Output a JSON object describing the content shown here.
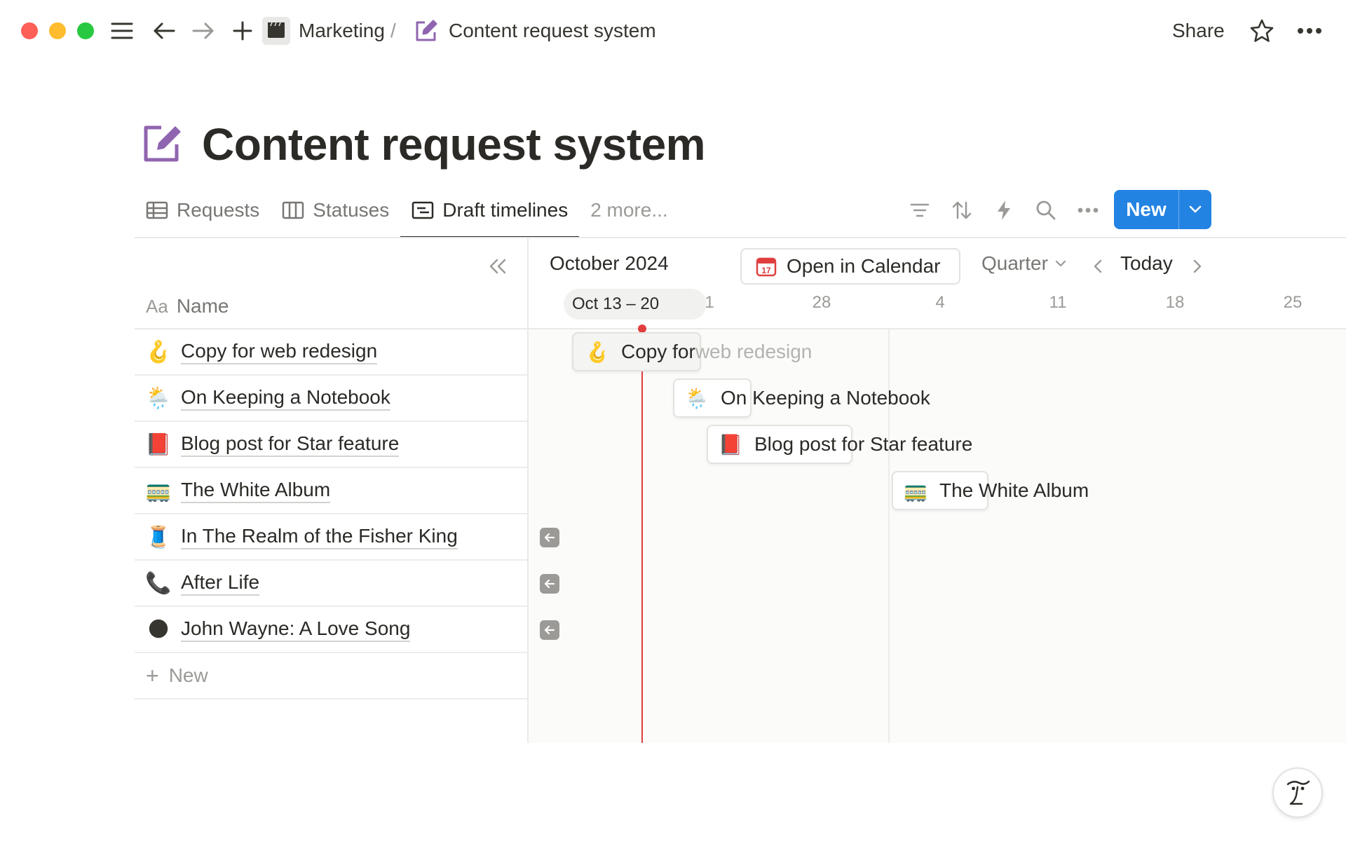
{
  "breadcrumb": {
    "parent": "Marketing",
    "separator": "/",
    "current": "Content request system"
  },
  "topbar": {
    "share_label": "Share"
  },
  "page": {
    "title": "Content request system"
  },
  "tabs": [
    {
      "label": "Requests",
      "icon": "table-icon"
    },
    {
      "label": "Statuses",
      "icon": "board-icon"
    },
    {
      "label": "Draft timelines",
      "icon": "timeline-icon",
      "active": true
    },
    {
      "label": "2 more..."
    }
  ],
  "toolbar": {
    "new_label": "New"
  },
  "table": {
    "header_icon": "Aa",
    "header_label": "Name",
    "rows": [
      {
        "emoji": "🪝",
        "label": "Copy for web redesign"
      },
      {
        "emoji": "🌦️",
        "label": "On Keeping a Notebook"
      },
      {
        "emoji": "📕",
        "label": "Blog post for Star feature"
      },
      {
        "emoji": "🚃",
        "label": "The White Album"
      },
      {
        "emoji": "🧵",
        "label": "In The Realm of the Fisher King"
      },
      {
        "emoji": "📞",
        "label": "After Life"
      },
      {
        "emoji": "🌑",
        "label": "John Wayne: A Love Song"
      }
    ],
    "new_row_label": "New"
  },
  "timeline": {
    "month": "October 2024",
    "open_calendar_label": "Open in Calendar",
    "calendar_day": "17",
    "range_label": "Quarter",
    "today_label": "Today",
    "current_week": "Oct 13 – 20",
    "ticks": [
      "1",
      "28",
      "4",
      "11",
      "18",
      "25"
    ],
    "bars": [
      {
        "emoji": "🪝",
        "label_part1": "Copy for ",
        "label_part2": "web redesign"
      },
      {
        "emoji": "🌦️",
        "label": "On Keeping a Notebook"
      },
      {
        "emoji": "📕",
        "label": "Blog post for Star feature"
      },
      {
        "emoji": "🚃",
        "label": "The White Album"
      }
    ]
  },
  "colors": {
    "accent": "#2383e2",
    "today_line": "#e03e3e",
    "page_icon": "#9065b0"
  }
}
